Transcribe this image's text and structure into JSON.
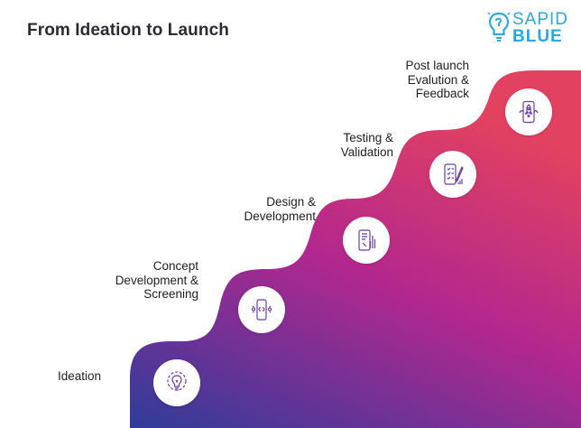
{
  "title": "From Ideation to Launch",
  "brand": {
    "line1": "SAPID",
    "line2": "BLUE",
    "color": "#2aa8e0"
  },
  "gradient": {
    "top": "#e24160",
    "middle": "#b3278f",
    "bottom": "#2f3c9a"
  },
  "steps": [
    {
      "label_lines": [
        "Ideation"
      ],
      "icon": "lightbulb-gear-icon"
    },
    {
      "label_lines": [
        "Concept",
        "Development &",
        "Screening"
      ],
      "icon": "mobile-code-icon"
    },
    {
      "label_lines": [
        "Design &",
        "Development"
      ],
      "icon": "mobile-design-icon"
    },
    {
      "label_lines": [
        "Testing &",
        "Validation"
      ],
      "icon": "mobile-checklist-icon"
    },
    {
      "label_lines": [
        "Post launch",
        "Evalution &",
        "Feedback"
      ],
      "icon": "rocket-launch-icon"
    }
  ]
}
